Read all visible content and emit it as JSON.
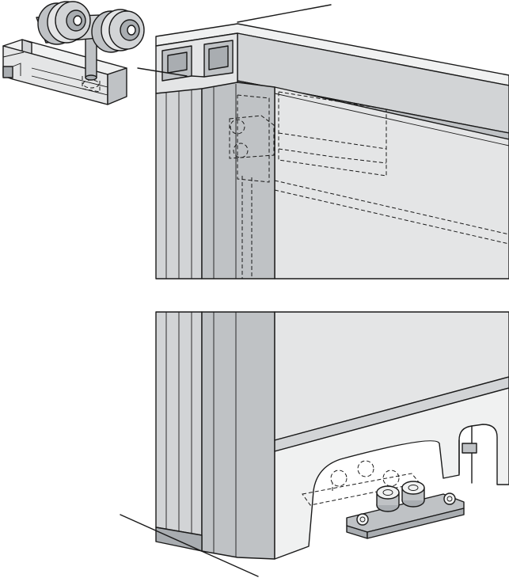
{
  "palette": {
    "panel_light": "#e4e5e6",
    "panel_mid": "#d2d4d6",
    "panel_dark": "#bfc2c5",
    "metal": "#a9adb1",
    "outline": "#1a1a1a",
    "background": "#ffffff"
  },
  "parts": [
    "roller-carriage",
    "carriage-track-profile",
    "top-guide-rail",
    "door-stile-profile",
    "sliding-door-panel",
    "bottom-roller-guide",
    "floor-line"
  ]
}
